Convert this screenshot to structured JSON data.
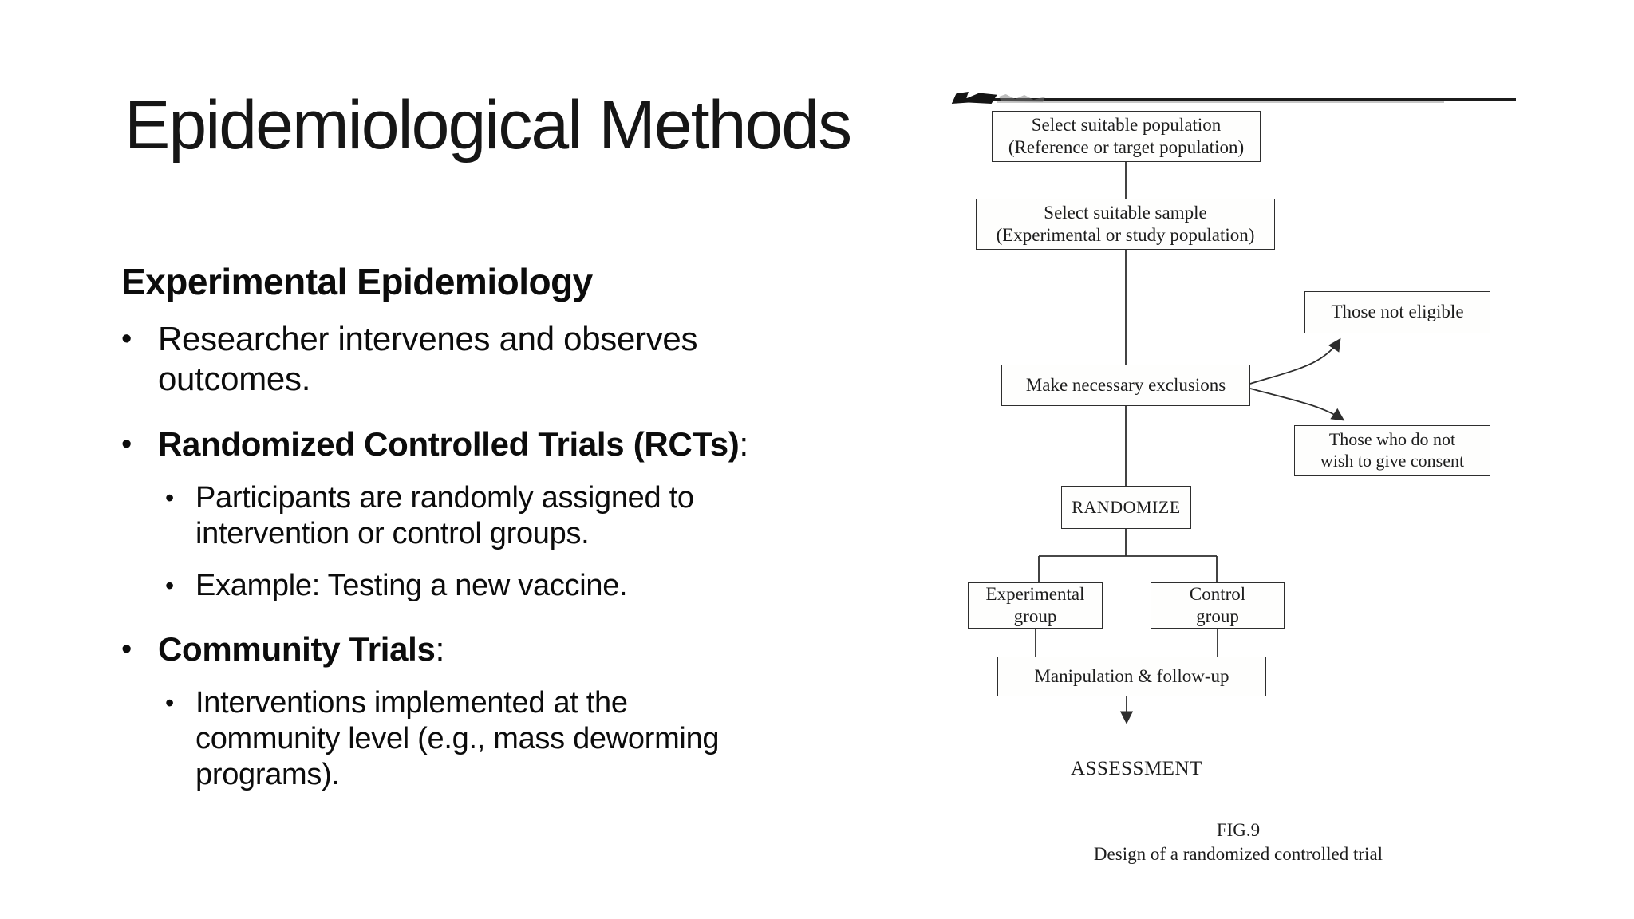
{
  "slide": {
    "title": "Epidemiological Methods",
    "section_heading": "Experimental Epidemiology",
    "bullets": [
      {
        "text": "Researcher intervenes and observes\noutcomes."
      },
      {
        "label": "Randomized Controlled Trials (RCTs)",
        "suffix": ":",
        "sub": [
          "Participants are randomly assigned to\nintervention or control groups.",
          "Example: Testing a new vaccine."
        ]
      },
      {
        "label": "Community Trials",
        "suffix": ":",
        "sub": [
          "Interventions implemented at the\ncommunity level (e.g., mass deworming\nprograms)."
        ]
      }
    ]
  },
  "figure": {
    "boxes": {
      "population": "Select suitable population\n(Reference or target population)",
      "sample": "Select suitable sample\n(Experimental or study population)",
      "not_eligible": "Those not eligible",
      "exclusions": "Make necessary exclusions",
      "no_consent": "Those who do not\nwish to give consent",
      "randomize": "RANDOMIZE",
      "experimental_group": "Experimental\ngroup",
      "control_group": "Control\ngroup",
      "manipulation": "Manipulation & follow-up"
    },
    "assessment_label": "ASSESSMENT",
    "figure_number": "FIG.9",
    "caption": "Design of a randomized controlled trial"
  }
}
